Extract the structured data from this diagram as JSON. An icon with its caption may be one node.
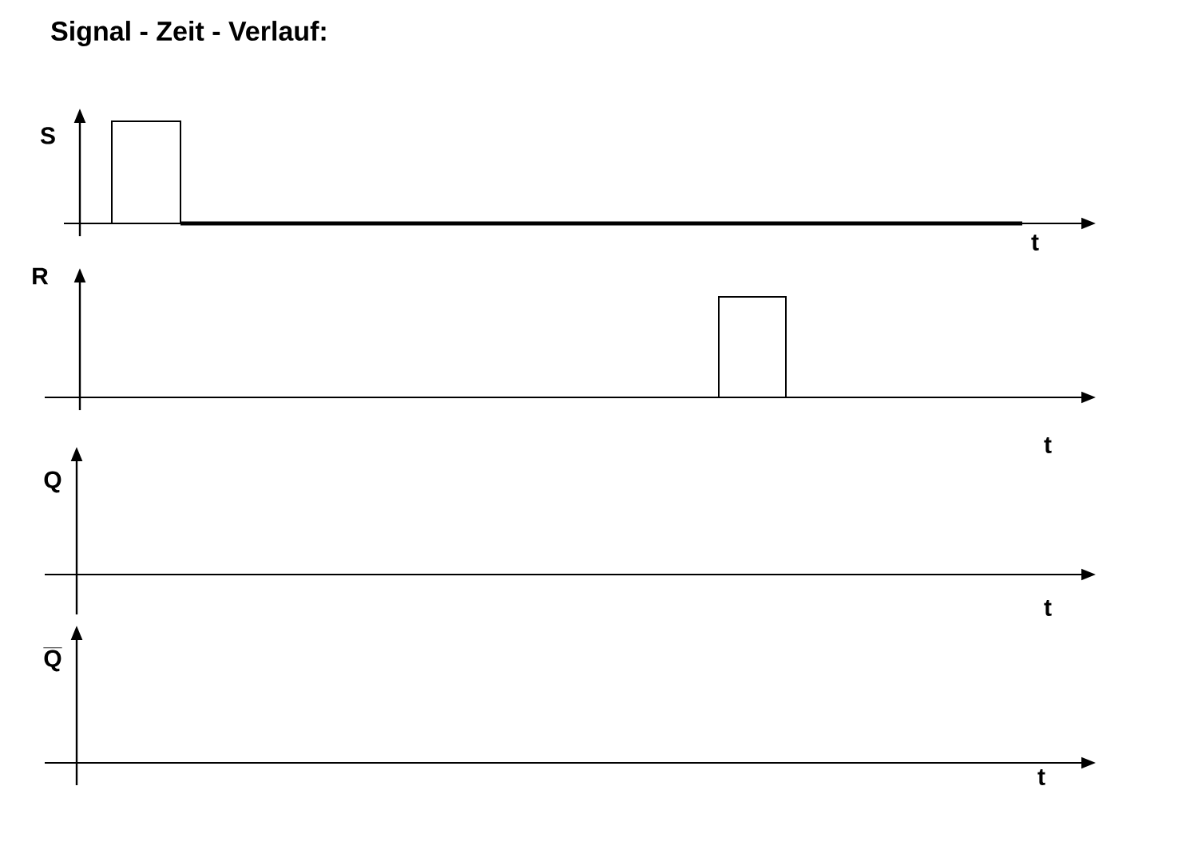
{
  "diagram": {
    "title": "Signal - Zeit - Verlauf:",
    "labels": [
      "S",
      "t",
      "R",
      "t",
      "Q",
      "t",
      "Q",
      "t"
    ]
  }
}
